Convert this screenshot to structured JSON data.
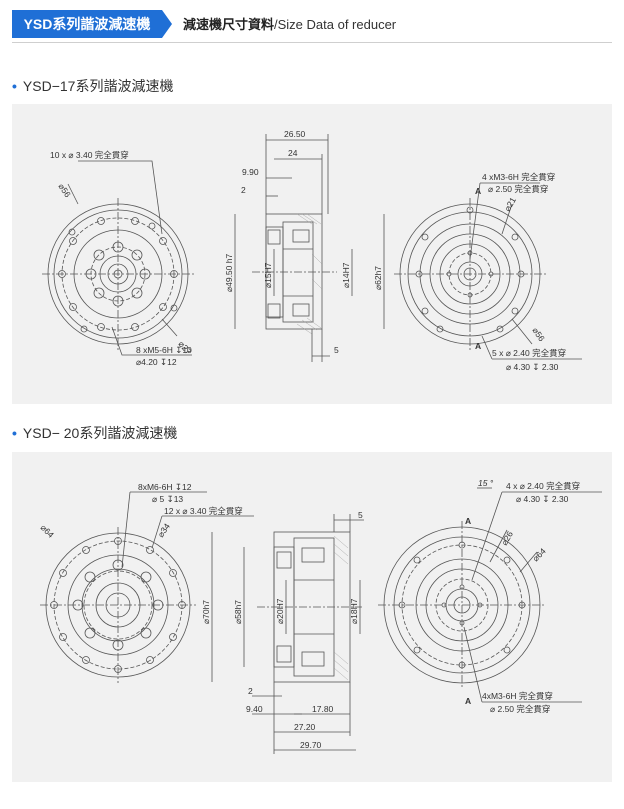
{
  "header": {
    "tab_label": "YSD系列諧波減速機",
    "crumb_cn": "減速機尺寸資料",
    "crumb_en": "/Size Data of reducer"
  },
  "sections": [
    {
      "title": "YSD−17系列諧波減速機",
      "front": {
        "holes_label": "10 x ⌀ 3.40 完全貫穿",
        "pcd": "⌀56",
        "inner": "⌀27",
        "tap_1": "8 xM5-6H ↧10",
        "tap_2": "⌀4.20 ↧12"
      },
      "side": {
        "d_total": "26.50",
        "d_24": "24",
        "d_990": "9.90",
        "d_2": "2",
        "d_5": "5",
        "dia_a": "⌀49.50 h7",
        "dia_b": "⌀15H7",
        "dia_c": "⌀14H7",
        "dia_d": "⌀62h7"
      },
      "rear": {
        "m3_1": "4 xM3-6H 完全貫穿",
        "m3_2": "⌀ 2.50 完全貫穿",
        "pcd": "⌀21",
        "pcd2": "⌀56",
        "holes_1": "5 x ⌀ 2.40 完全貫穿",
        "holes_2": "⌀ 4.30 ↧ 2.30",
        "mark_a": "A"
      }
    },
    {
      "title": "YSD− 20系列諧波減速機",
      "front": {
        "tap_1": "8xM6-6H ↧12",
        "tap_2": "⌀ 5 ↧13",
        "holes_label": "12 x ⌀ 3.40 完全貫穿",
        "pcd": "⌀34",
        "outer": "⌀64"
      },
      "side": {
        "d_5": "5",
        "dia_a": "⌀70h7",
        "dia_b": "⌀58h7",
        "dia_c": "⌀20H7",
        "dia_d": "⌀18H7",
        "d_2": "2",
        "d_940": "9.40",
        "d_1780": "17.80",
        "d_2720": "27.20",
        "d_2970": "29.70"
      },
      "rear": {
        "angle": "15 °",
        "holes_1": "4 x ⌀ 2.40 完全貫穿",
        "holes_2": "⌀ 4.30 ↧ 2.30",
        "pcd": "⌀26",
        "pcd2": "⌀64",
        "m3_1": "4xM3-6H 完全貫穿",
        "m3_2": "⌀ 2.50 完全貫穿",
        "mark_a": "A"
      }
    }
  ]
}
